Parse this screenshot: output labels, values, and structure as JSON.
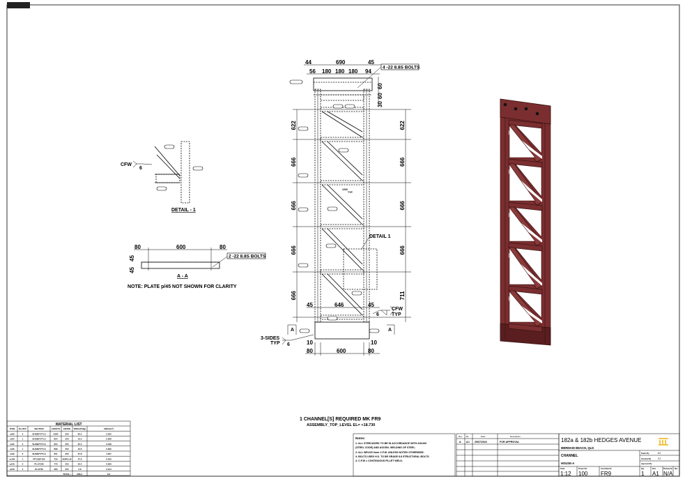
{
  "drawing": {
    "elevation": {
      "top_dims": [
        "44",
        "690",
        "45"
      ],
      "bolt_dims": [
        "56",
        "180",
        "180",
        "180",
        "94"
      ],
      "bolt_label": "4 -22 8.8S BOLTS",
      "vert_top_dims": [
        "60",
        "60",
        "30"
      ],
      "left_dims": [
        "622",
        "666",
        "666",
        "666",
        "666"
      ],
      "right_dims": [
        "622",
        "666",
        "666",
        "666",
        "711"
      ],
      "bottom_dims": [
        "45",
        "646",
        "45"
      ],
      "base_dims": [
        "10",
        "10"
      ],
      "base_width_dims": [
        "80",
        "600",
        "80"
      ],
      "detail_ref": "DETAIL 1",
      "section_marker": "A",
      "cfw_label": "CFW",
      "cfw_typ": "TYP",
      "weld_size": "6",
      "three_sides": "3-SIDES",
      "three_sides_typ": "TYP",
      "spacing_note": "1000",
      "spacing_typ": "TYP"
    },
    "detail1": {
      "title": "DETAIL - 1",
      "cfw_label": "CFW",
      "weld_size": "6"
    },
    "section_aa": {
      "title": "A - A",
      "dims": [
        "80",
        "600",
        "80"
      ],
      "vert_dims": [
        "45",
        "45"
      ],
      "bolt_label": "2 -22 8.8S BOLTS",
      "note": "NOTE: PLATE p/45 NOT SHOWN FOR CLARITY"
    },
    "requirement": {
      "line1": "1  CHANNEL[S]  REQUIRED  MK FR9",
      "line2": "ASSEMBLY_TOP_LEVEL EL=  +18.730"
    }
  },
  "material_list": {
    "title": "MATERIAL LIST",
    "headers": [
      "ITEM",
      "No.OFF",
      "SECTION",
      "LENGTH",
      "GRADE",
      "WEIGHT(kg)",
      "AREA(m²)"
    ],
    "rows": [
      [
        "m89",
        "2",
        "SHS89*5*TLS",
        "3330",
        "350",
        "60.2",
        "2.332"
      ],
      [
        "m94",
        "1",
        "SHS89*5*TLS",
        "804",
        "350",
        "10.0",
        "0.369"
      ],
      [
        "m95",
        "2",
        "SHS89*5*TLS",
        "834",
        "350",
        "20.2",
        "0.438"
      ],
      [
        "m96",
        "1",
        "SHS89*5*TLS",
        "868",
        "350",
        "10.6",
        "0.390"
      ],
      [
        "m99",
        "5",
        "SHS89*5*TLS",
        "601",
        "350",
        "37.8",
        "1.007"
      ],
      [
        "m100",
        "1",
        "PFC380*100",
        "759",
        "300PLUS",
        "37.6",
        "0.430"
      ],
      [
        "p150",
        "2",
        "PL10*180",
        "779",
        "250",
        "22.0",
        "0.569"
      ],
      [
        "p152",
        "2",
        "PL10*80",
        "380",
        "250",
        "3.8",
        "0.104"
      ]
    ],
    "total_label": "TOTAL=",
    "total_weight": "228.3",
    "total_area": "6.6"
  },
  "notes": {
    "title": "Notes:",
    "lines": [
      "1: ALL STEELWORK TO BE IN ACCORDANCE WITH AS4100",
      "(STEEL CODE) AND AS1554- WELDING OF STEEL.",
      "2: ALL WELDS 6mm C.F.W. UNLESS NOTED OTHERWISE.",
      "3: BOLTS USED H.S. TO BE GRADE 8.8 STRUCTURAL BOLTS.",
      "4: C.F.W = CONTINUOUS FILLET WELD."
    ]
  },
  "revisions": {
    "headers": [
      "Rev",
      "By",
      "Date",
      "Description"
    ],
    "rows": [
      [
        "A",
        "AJ",
        "25/07/2022",
        "FOR APPROVAL"
      ]
    ]
  },
  "title_block": {
    "project": "182a & 182b HEDGES AVENUE",
    "location": "MERMAID BEACH, QLD",
    "drawing_title": "CHANNEL",
    "subtitle": "HOUSE-A",
    "drawn_by_label": "Drawn By",
    "drawn_by": "AJ",
    "checked_by_label": "Checked By",
    "checked_by": "VJ",
    "approved_by_label": "Approved By",
    "scale_label": "Scale",
    "scale": "1:12",
    "project_no_label": "Project No",
    "project_no": "100",
    "assembly_label": "Assembly No",
    "assembly": "FR9",
    "sheet_label": "Qty",
    "sheet": "1",
    "size_label": "Size",
    "size": "A1",
    "drawing_no_label": "Drawing No",
    "drawing_no": "N/A",
    "rev_label": "Rev"
  },
  "colors": {
    "steel": "#7a2e2f",
    "steel_dark": "#5a1e20",
    "logo": "#f0c54a"
  }
}
